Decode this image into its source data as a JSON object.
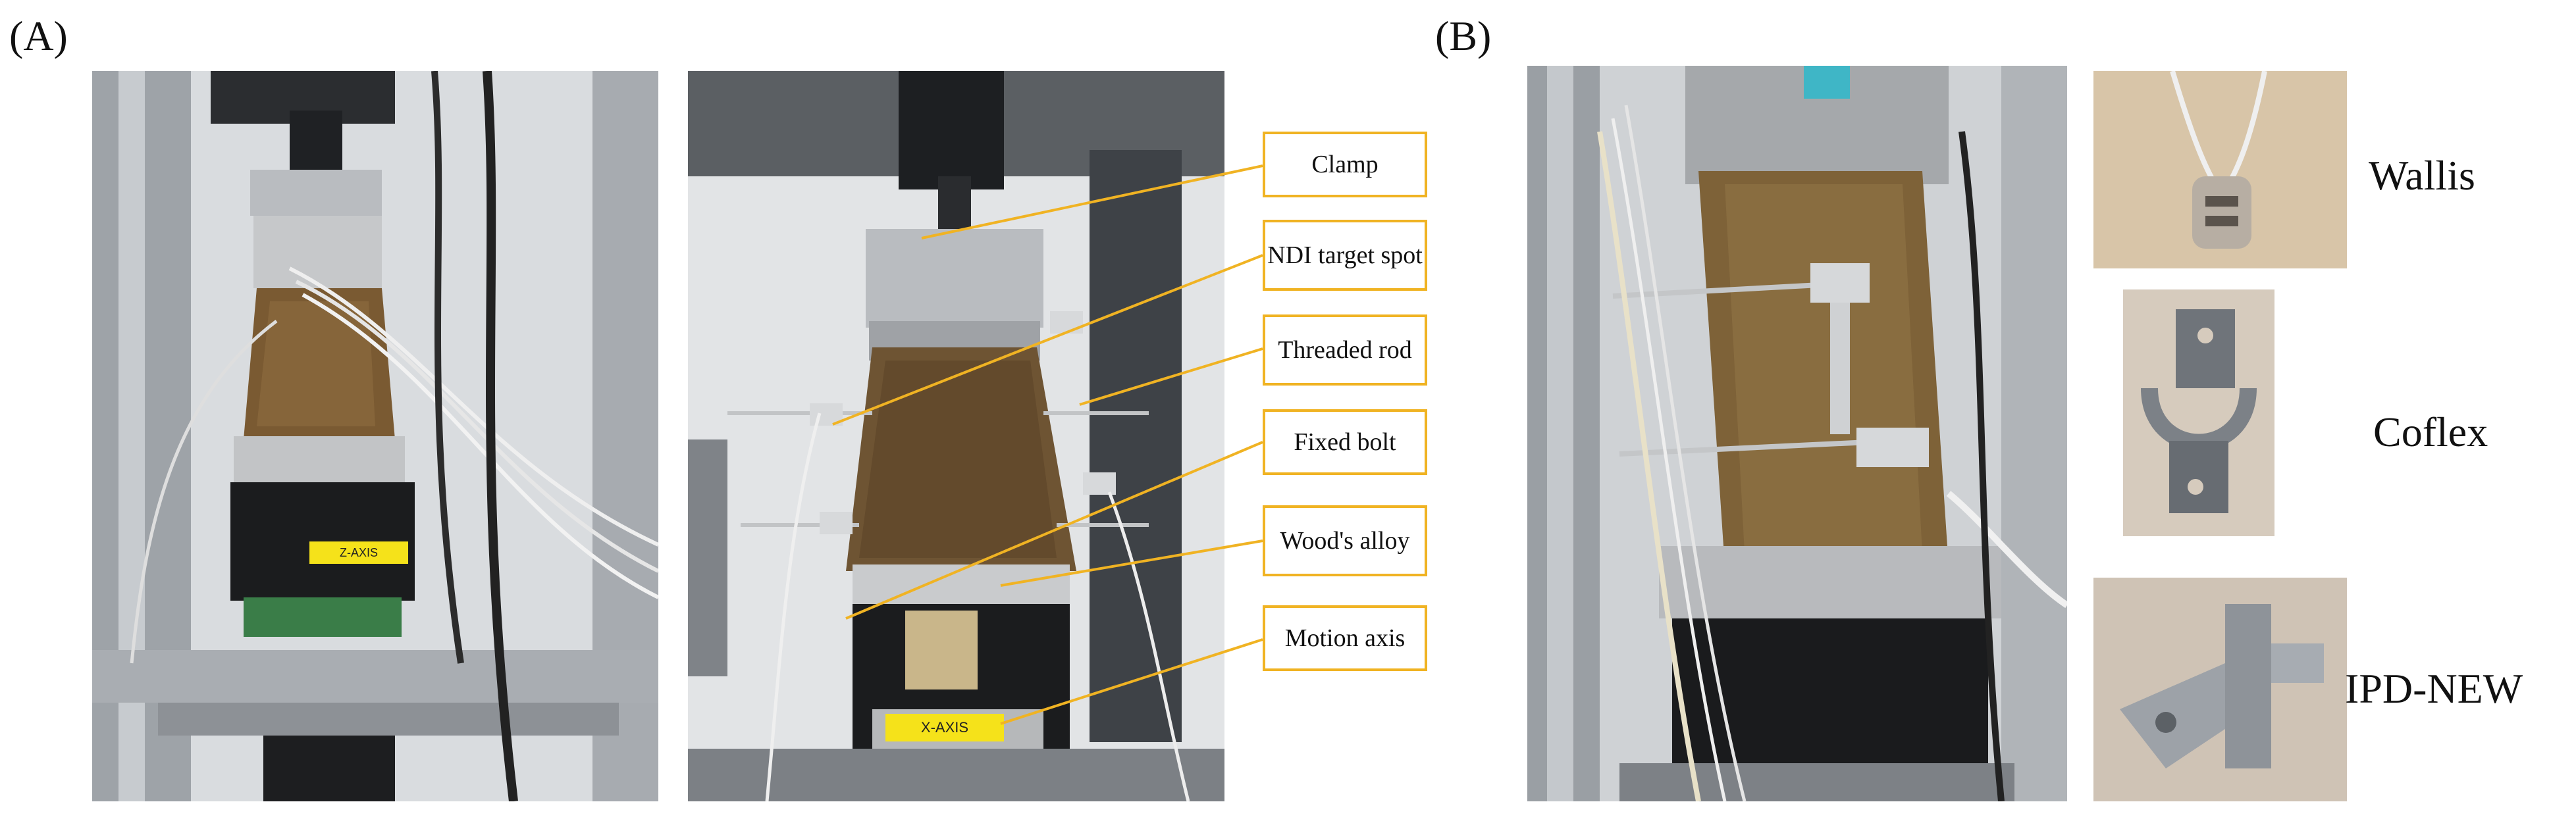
{
  "panels": {
    "a_label": "(A)",
    "b_label": "(B)"
  },
  "callouts": [
    {
      "id": "clamp",
      "text": "Clamp"
    },
    {
      "id": "ndi",
      "text": "NDI target spot"
    },
    {
      "id": "rod",
      "text": "Threaded rod"
    },
    {
      "id": "bolt",
      "text": "Fixed bolt"
    },
    {
      "id": "alloy",
      "text": "Wood's alloy"
    },
    {
      "id": "motion",
      "text": "Motion axis"
    }
  ],
  "photo_tags": {
    "z_axis": "Z-AXIS",
    "x_axis": "X-AXIS"
  },
  "devices": [
    {
      "id": "wallis",
      "name": "Wallis"
    },
    {
      "id": "coflex",
      "name": "Coflex"
    },
    {
      "id": "ipd",
      "name": "IPD-NEW"
    }
  ],
  "colors": {
    "callout_border": "#f0b323",
    "leader_line": "#f0b323",
    "specimen": "#7a5a32",
    "metal": "#b9bcc0",
    "tag_yellow": "#f5e21a"
  }
}
